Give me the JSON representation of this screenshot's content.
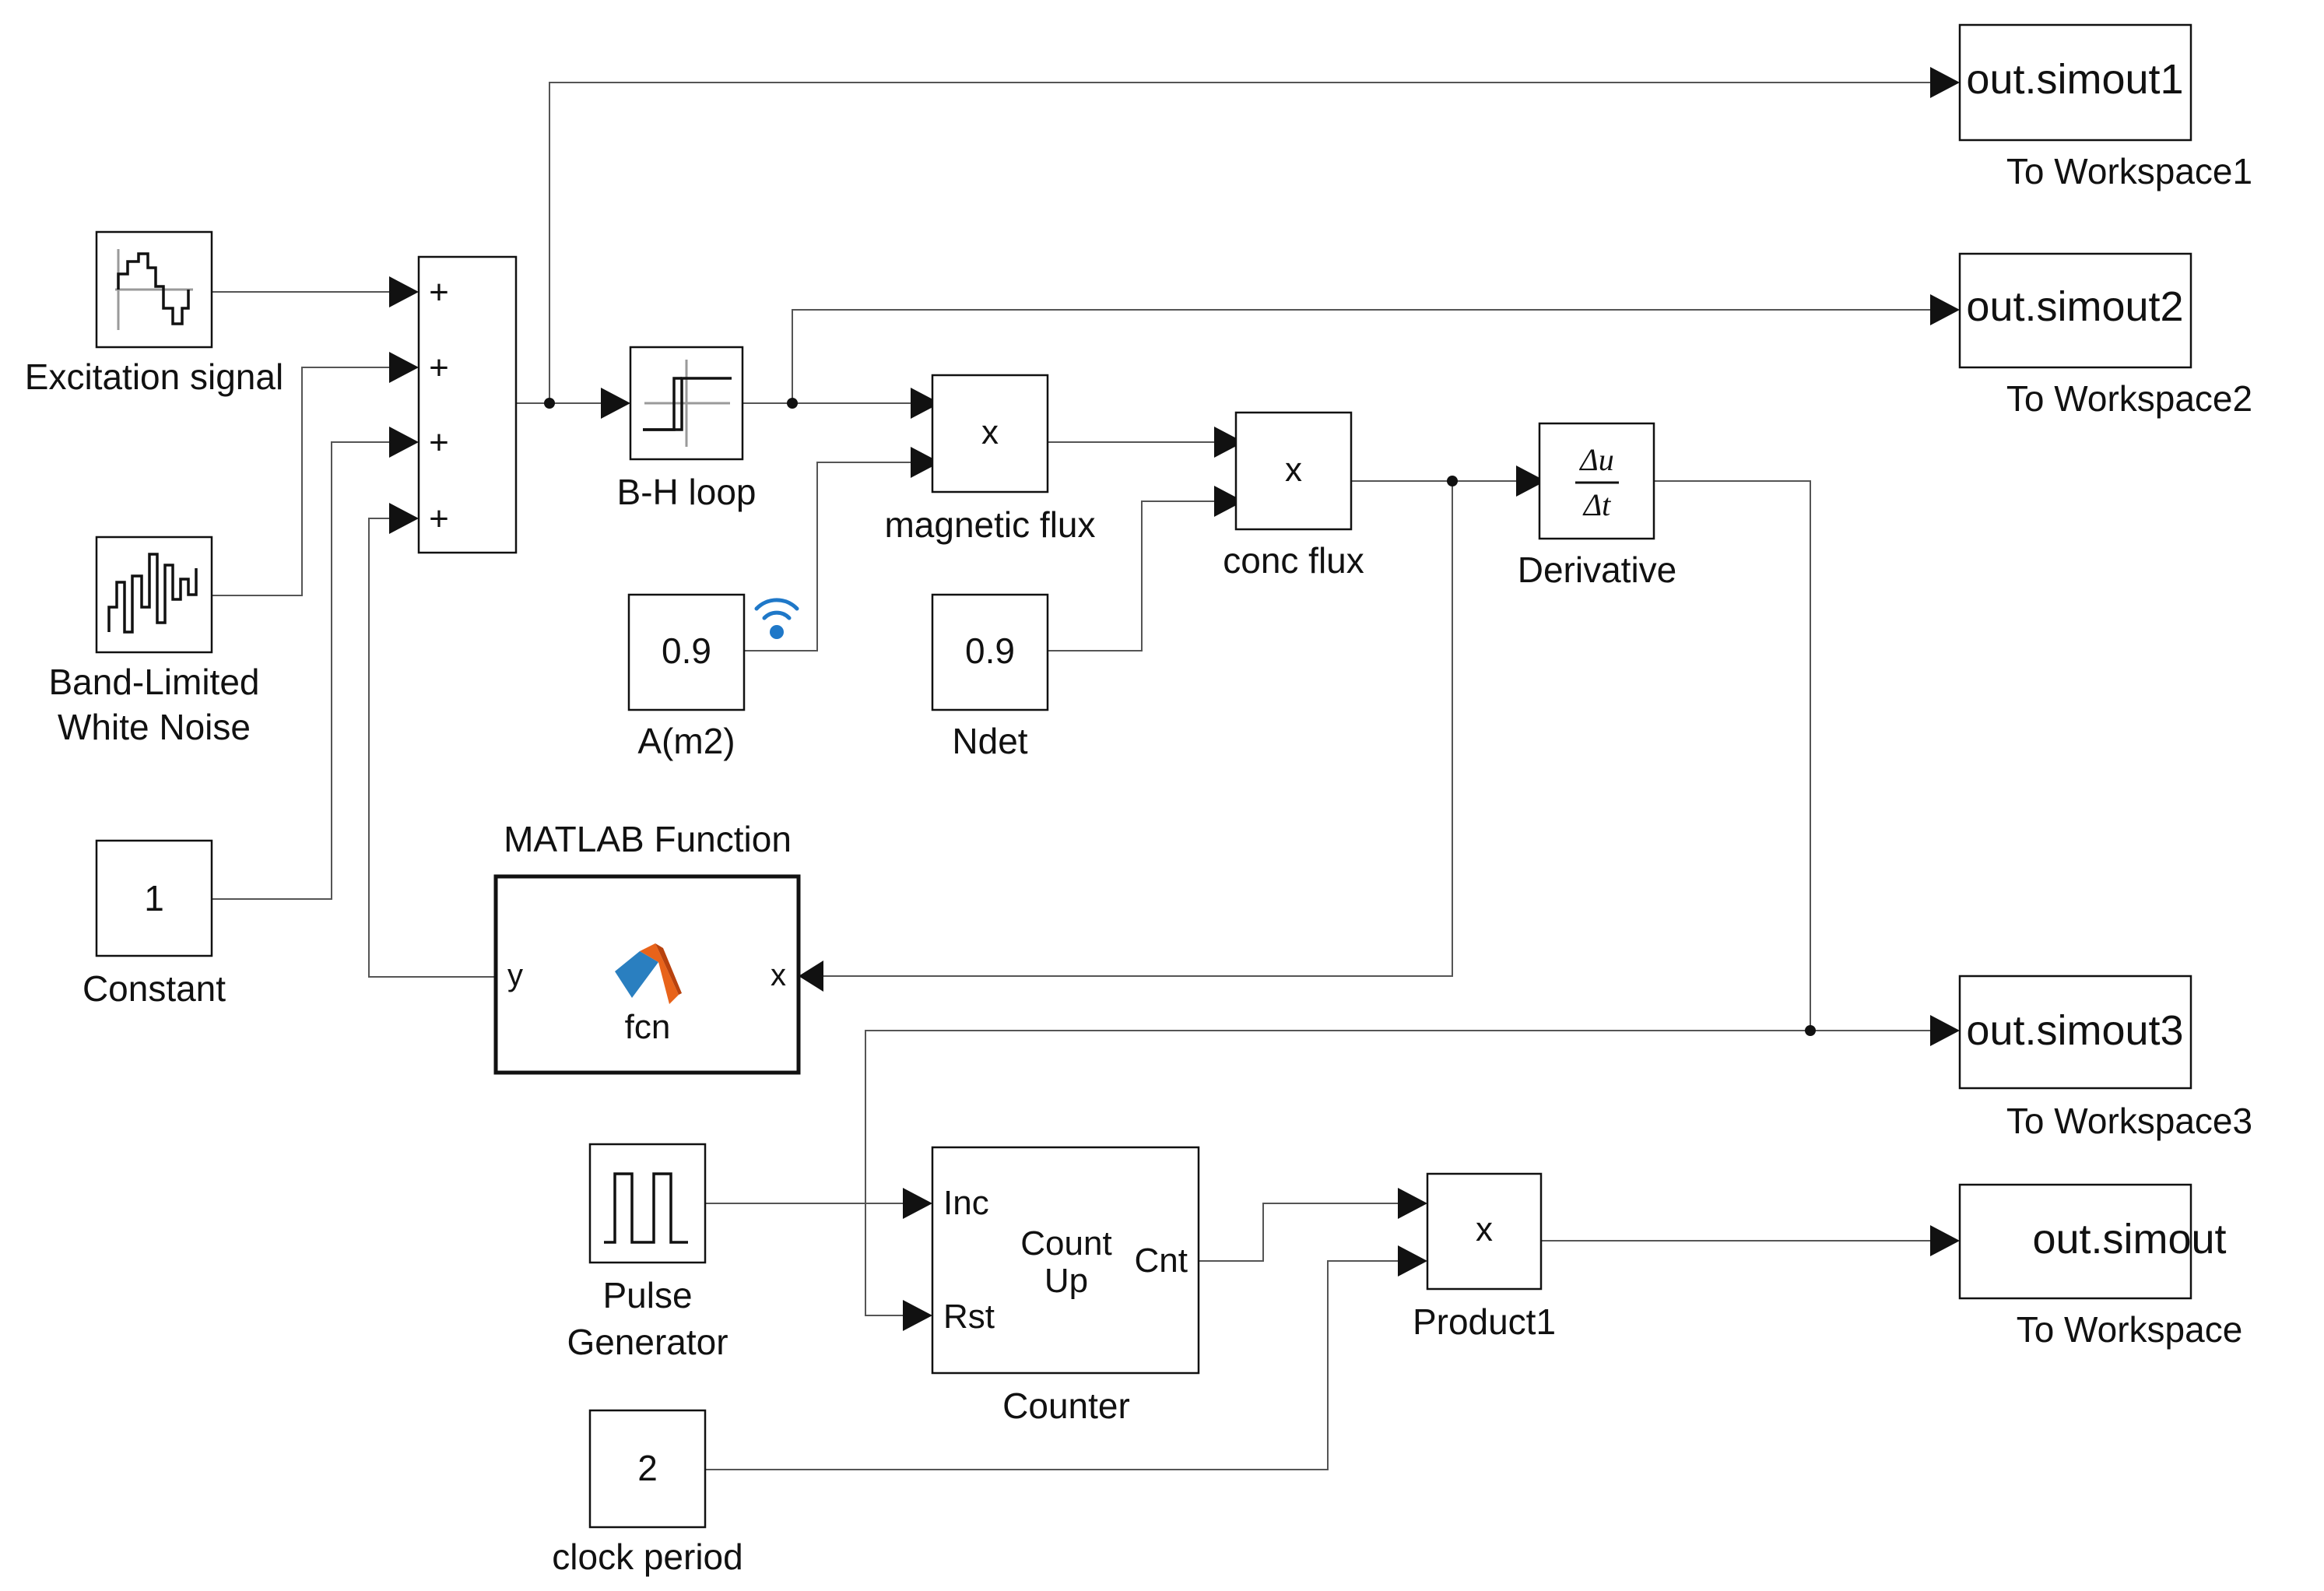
{
  "diagram": {
    "blocks": {
      "excitation_signal": {
        "label": "Excitation signal"
      },
      "band_limited_white_noise": {
        "label_line1": "Band-Limited",
        "label_line2": "White Noise"
      },
      "constant": {
        "value": "1",
        "label": "Constant"
      },
      "sum": {
        "signs": [
          "+",
          "+",
          "+",
          "+"
        ]
      },
      "bh_loop": {
        "label": "B-H loop"
      },
      "area_constant": {
        "value": "0.9",
        "label": "A(m2)"
      },
      "magnetic_flux": {
        "symbol": "x",
        "label": "magnetic flux"
      },
      "ndet_constant": {
        "value": "0.9",
        "label": "Ndet"
      },
      "conc_flux": {
        "symbol": "x",
        "label": "conc flux"
      },
      "derivative": {
        "numerator": "Δu",
        "denominator": "Δt",
        "label": "Derivative"
      },
      "matlab_function": {
        "title": "MATLAB Function",
        "in_port": "x",
        "out_port": "y",
        "name": "fcn"
      },
      "pulse_generator": {
        "label_line1": "Pulse",
        "label_line2": "Generator"
      },
      "counter": {
        "port_inc": "Inc",
        "port_rst": "Rst",
        "port_cnt": "Cnt",
        "text_line1": "Count",
        "text_line2": "Up",
        "label": "Counter"
      },
      "clock_period": {
        "value": "2",
        "label": "clock period"
      },
      "product1": {
        "symbol": "x",
        "label": "Product1"
      },
      "to_workspace1": {
        "variable": "out.simout1",
        "label": "To Workspace1"
      },
      "to_workspace2": {
        "variable": "out.simout2",
        "label": "To Workspace2"
      },
      "to_workspace3": {
        "variable": "out.simout3",
        "label": "To Workspace3"
      },
      "to_workspace": {
        "variable": "out.simout",
        "label": "To Workspace"
      }
    },
    "colors": {
      "block_stroke": "#111111",
      "wire": "#555555",
      "matlab_logo_orange": "#e8631a",
      "matlab_logo_blue": "#2a7fc0",
      "signal_icon_blue": "#1f78c8"
    },
    "icons": {
      "excitation": "repeating-sequence-waveform-icon",
      "noise": "random-noise-waveform-icon",
      "hysteresis": "hysteresis-loop-icon",
      "pulse": "pulse-train-icon",
      "matlab": "matlab-logo-icon",
      "signal": "wireless-signal-icon"
    }
  }
}
